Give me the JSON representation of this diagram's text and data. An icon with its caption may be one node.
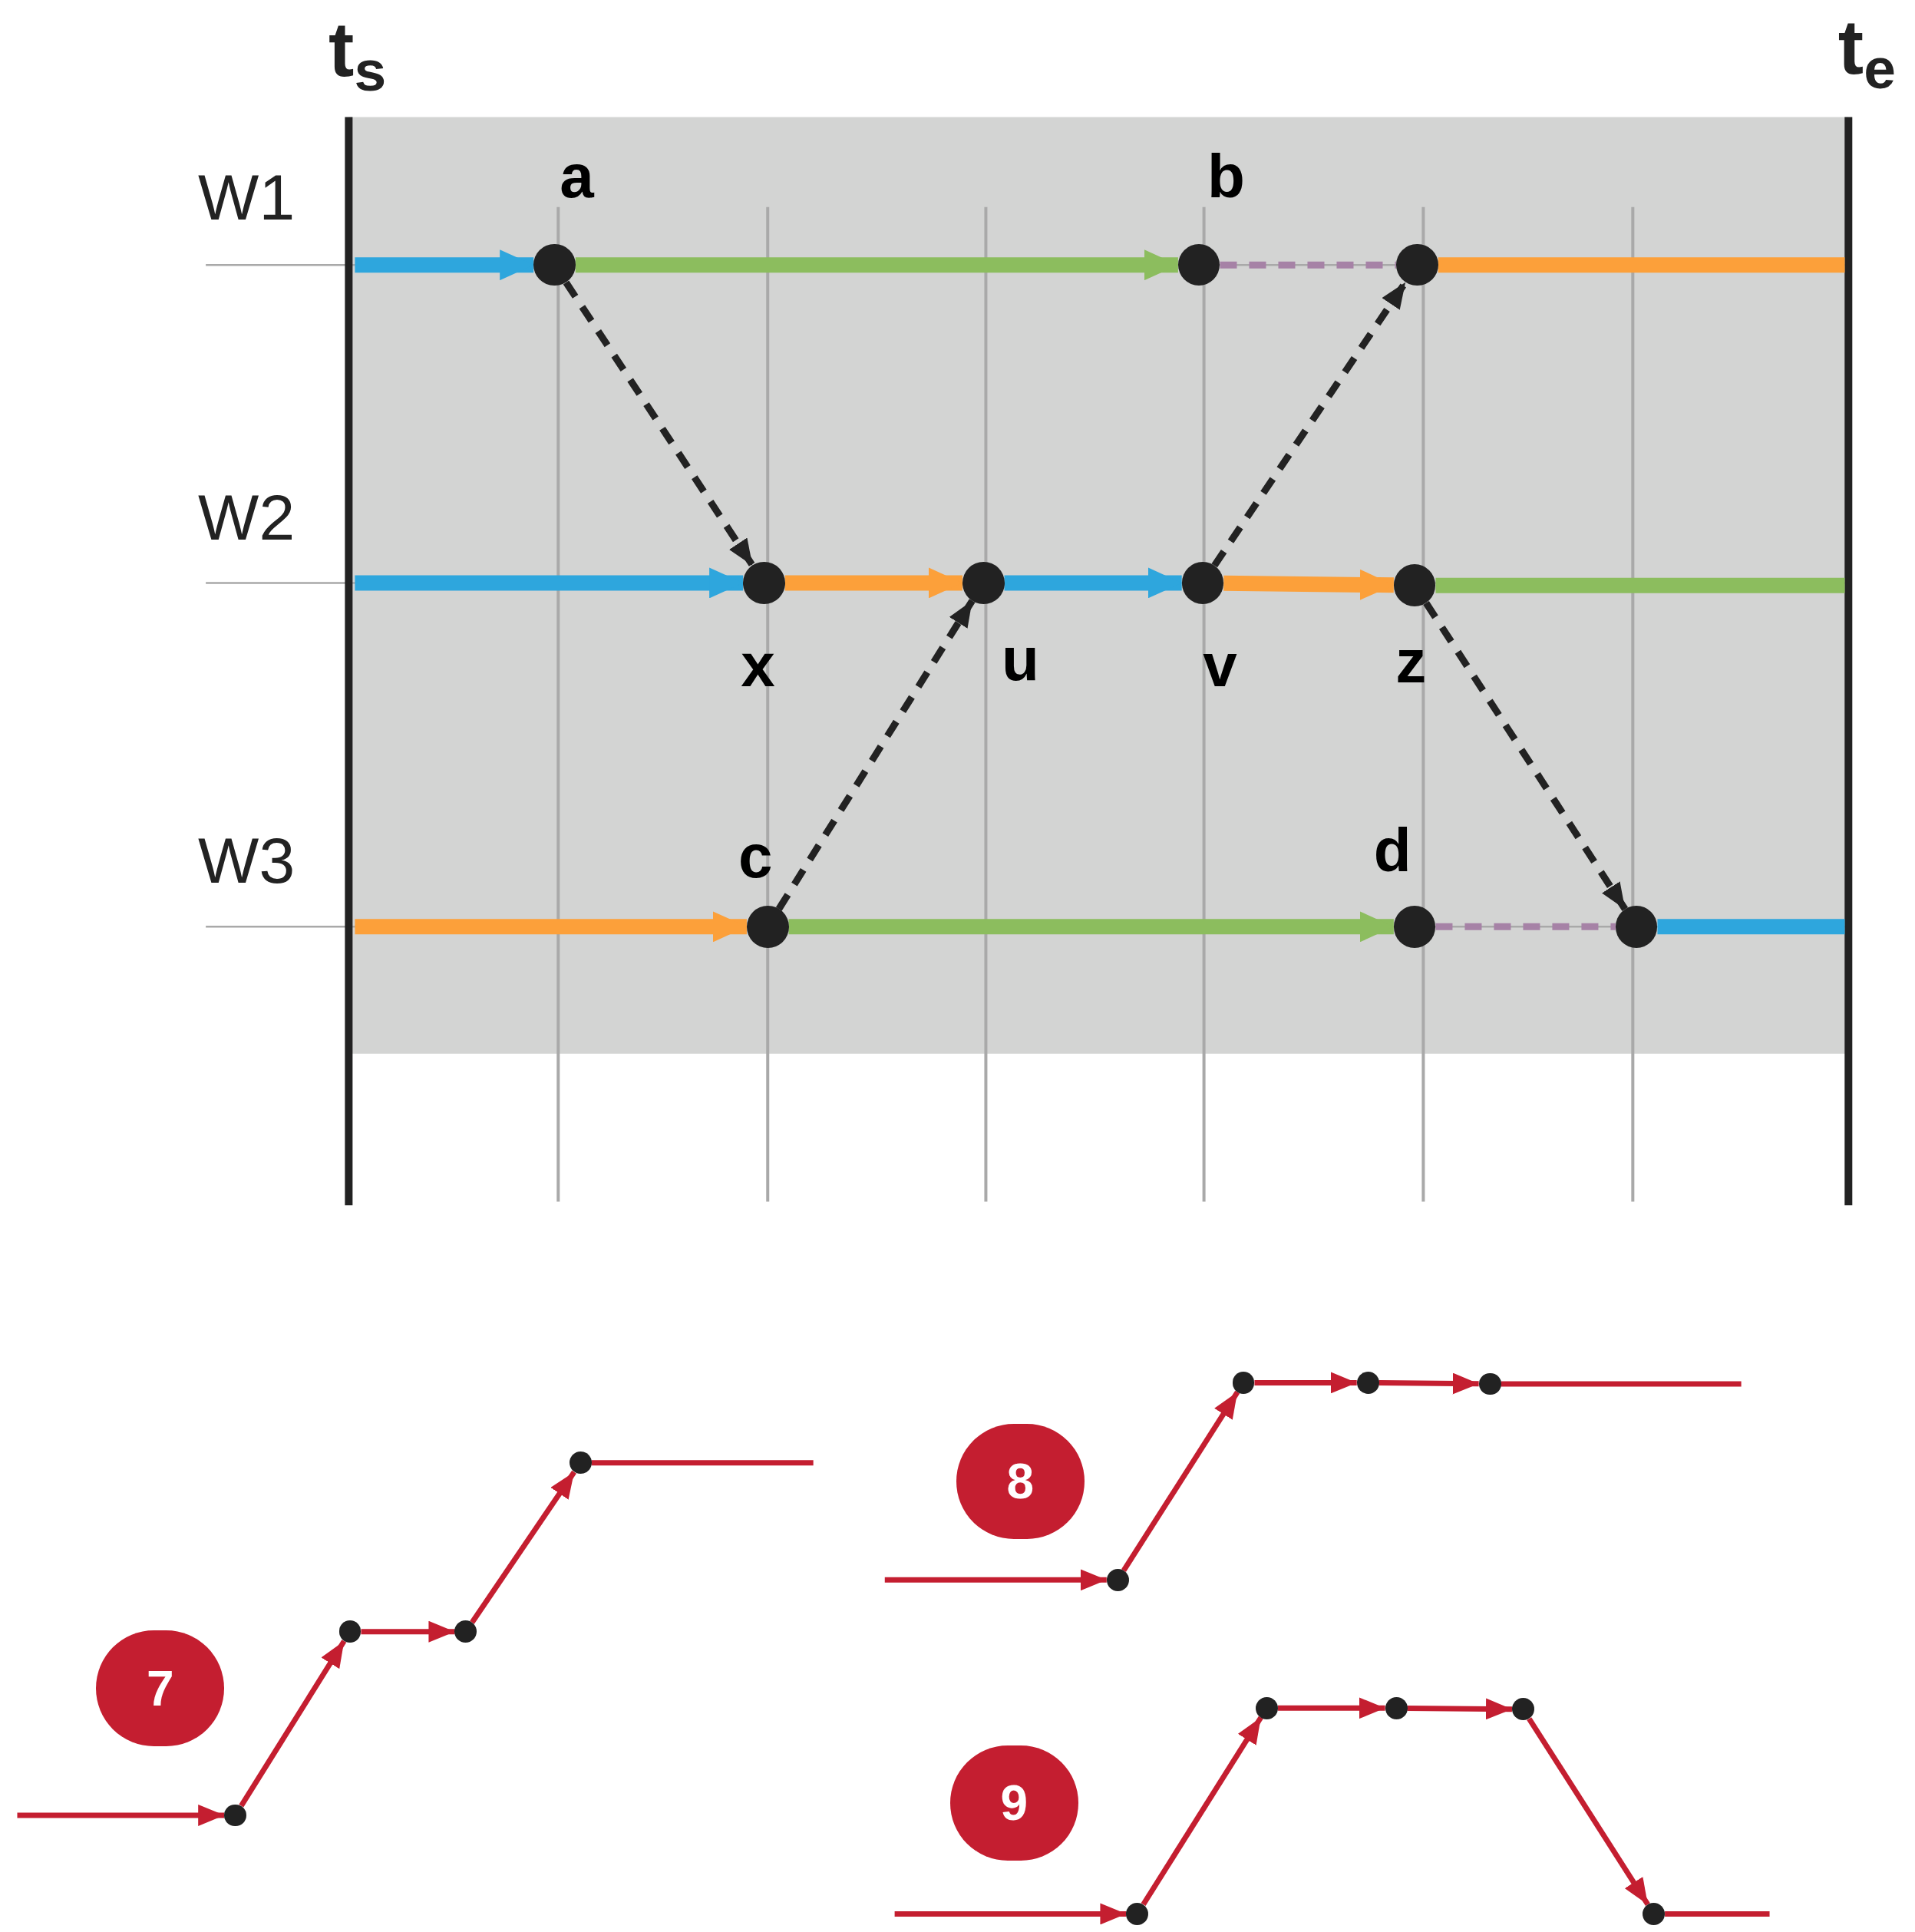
{
  "diagram": {
    "nodes": [
      {
        "text": [
          "a"
        ]
      },
      {
        "text": [
          "b"
        ]
      },
      {
        "text": [],
        "shape": "circle"
      },
      {
        "text": [
          "x"
        ]
      },
      {
        "text": [
          "u"
        ]
      },
      {
        "text": [
          "v"
        ]
      },
      {
        "text": [
          "z"
        ]
      },
      {
        "text": [
          "c"
        ]
      },
      {
        "text": [
          "d"
        ]
      },
      {
        "text": [],
        "shape": "circle"
      },
      {
        "text": [
          "7"
        ]
      },
      {
        "text": [
          "8"
        ]
      },
      {
        "text": [
          "9"
        ]
      },
      {
        "text": [],
        "shape": "circle"
      },
      {
        "text": [],
        "shape": "circle"
      },
      {
        "text": [],
        "shape": "circle"
      },
      {
        "text": [],
        "shape": "circle"
      },
      {
        "text": [],
        "shape": "circle"
      },
      {
        "text": [],
        "shape": "circle"
      },
      {
        "text": [],
        "shape": "circle"
      },
      {
        "text": [],
        "shape": "circle"
      },
      {
        "text": [],
        "shape": "circle"
      },
      {
        "text": [],
        "shape": "circle"
      },
      {
        "text": [],
        "shape": "circle"
      },
      {
        "text": [],
        "shape": "circle"
      },
      {
        "text": [],
        "shape": "circle"
      }
    ],
    "edges": [
      {
        "from": null,
        "to": 0,
        "arrow": "to",
        "style": "thick",
        "color": "#2ea6dd"
      },
      {
        "from": 0,
        "to": 1,
        "arrow": "to",
        "style": "thick",
        "color": "#8cbd5e"
      },
      {
        "from": 1,
        "to": 2,
        "arrow": "none",
        "style": "dashed",
        "color": "#a682a6"
      },
      {
        "from": 2,
        "to": null,
        "arrow": "none",
        "style": "thick",
        "color": "#fca03a"
      },
      {
        "from": null,
        "to": 3,
        "arrow": "to",
        "style": "thick",
        "color": "#2ea6dd"
      },
      {
        "from": 3,
        "to": 4,
        "arrow": "to",
        "style": "thick",
        "color": "#fca03a"
      },
      {
        "from": 4,
        "to": 5,
        "arrow": "to",
        "style": "thick",
        "color": "#2ea6dd"
      },
      {
        "from": 5,
        "to": 6,
        "arrow": "to",
        "style": "thick",
        "color": "#fca03a"
      },
      {
        "from": 6,
        "to": null,
        "arrow": "none",
        "style": "thick",
        "color": "#8cbd5e"
      },
      {
        "from": null,
        "to": 7,
        "arrow": "to",
        "style": "thick",
        "color": "#fca03a"
      },
      {
        "from": 7,
        "to": 8,
        "arrow": "to",
        "style": "thick",
        "color": "#8cbd5e"
      },
      {
        "from": 8,
        "to": 9,
        "arrow": "none",
        "style": "dashed",
        "color": "#a682a6"
      },
      {
        "from": 9,
        "to": null,
        "arrow": "none",
        "style": "thick",
        "color": "#2ea6dd"
      },
      {
        "from": 0,
        "to": 3,
        "arrow": "to",
        "style": "dashed",
        "color": "#222222"
      },
      {
        "from": 7,
        "to": 4,
        "arrow": "to",
        "style": "dashed",
        "color": "#222222"
      },
      {
        "from": 5,
        "to": 2,
        "arrow": "to",
        "style": "dashed",
        "color": "#222222"
      },
      {
        "from": 6,
        "to": 9,
        "arrow": "to",
        "style": "dashed",
        "color": "#222222"
      },
      {
        "from": null,
        "to": 13,
        "arrow": "to",
        "color": "#c41e30"
      },
      {
        "from": 13,
        "to": 14,
        "arrow": "to",
        "color": "#c41e30"
      },
      {
        "from": 14,
        "to": 15,
        "arrow": "to",
        "color": "#c41e30"
      },
      {
        "from": 15,
        "to": 16,
        "arrow": "to",
        "color": "#c41e30"
      },
      {
        "from": 16,
        "to": null,
        "arrow": "none",
        "color": "#c41e30"
      },
      {
        "from": null,
        "to": 17,
        "arrow": "to",
        "color": "#c41e30"
      },
      {
        "from": 17,
        "to": 18,
        "arrow": "to",
        "color": "#c41e30"
      },
      {
        "from": 18,
        "to": 19,
        "arrow": "to",
        "color": "#c41e30"
      },
      {
        "from": 19,
        "to": 20,
        "arrow": "to",
        "color": "#c41e30"
      },
      {
        "from": 20,
        "to": null,
        "arrow": "none",
        "color": "#c41e30"
      },
      {
        "from": null,
        "to": 21,
        "arrow": "to",
        "color": "#c41e30"
      },
      {
        "from": 21,
        "to": 22,
        "arrow": "to",
        "color": "#c41e30"
      },
      {
        "from": 22,
        "to": 23,
        "arrow": "to",
        "color": "#c41e30"
      },
      {
        "from": 23,
        "to": 24,
        "arrow": "to",
        "color": "#c41e30"
      },
      {
        "from": 24,
        "to": 25,
        "arrow": "to",
        "color": "#c41e30"
      },
      {
        "from": 25,
        "to": null,
        "arrow": "none",
        "color": "#c41e30"
      }
    ],
    "labels": [
      "t$_{s}$",
      "t$_{e}$",
      "W1",
      "W2",
      "W3"
    ]
  }
}
